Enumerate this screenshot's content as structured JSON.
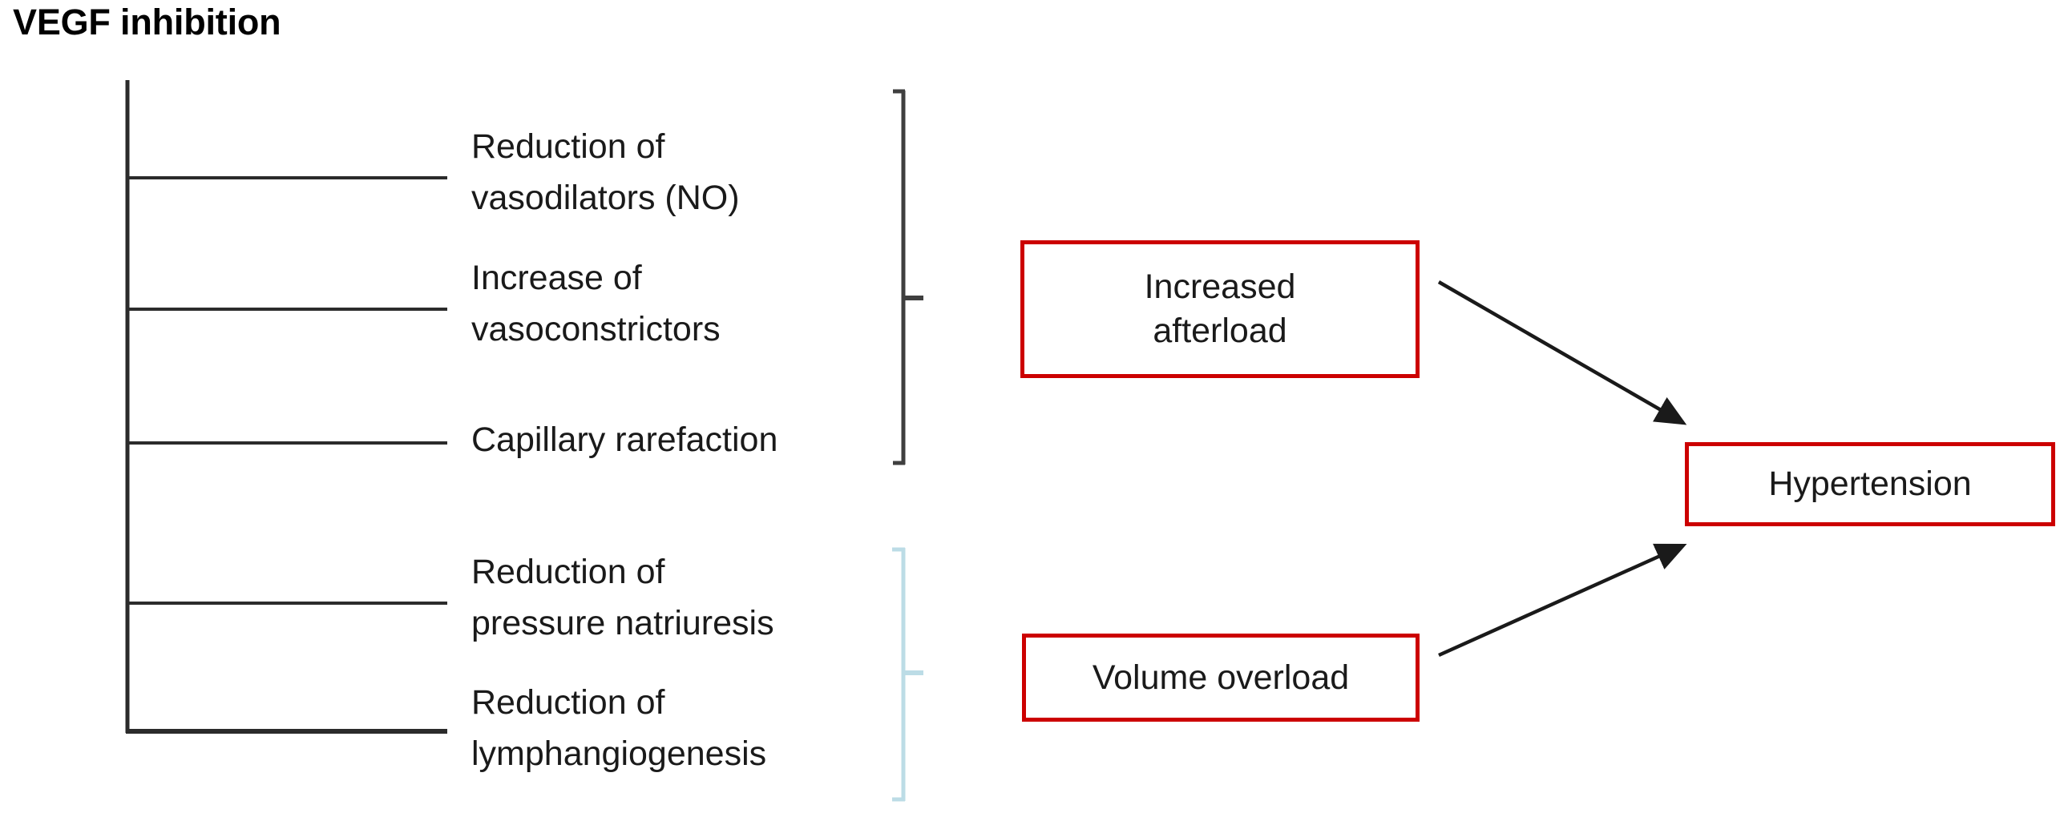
{
  "diagram": {
    "title": "VEGF inhibition",
    "colors": {
      "box_border_red": "#cc0000",
      "text_black": "#1a1a1a",
      "bracket_dark": "#3f3f3f",
      "bracket_light_blue": "#bcdce6",
      "connector_line": "#2b2b2b",
      "arrow_black": "#1a1a1a",
      "background": "#ffffff"
    },
    "mechanisms": [
      {
        "id": "reduction-vasodilators",
        "lines": [
          "Reduction of",
          "vasodilators (NO)"
        ],
        "group": "afterload"
      },
      {
        "id": "increase-vasoconstrictors",
        "lines": [
          "Increase of",
          "vasoconstrictors"
        ],
        "group": "afterload"
      },
      {
        "id": "capillary-rarefaction",
        "lines": [
          "Capillary rarefaction"
        ],
        "group": "afterload"
      },
      {
        "id": "reduction-pressure-natriuresis",
        "lines": [
          "Reduction of",
          "pressure natriuresis"
        ],
        "group": "volume"
      },
      {
        "id": "reduction-lymphangiogenesis",
        "lines": [
          "Reduction of",
          "lymphangiogenesis"
        ],
        "group": "volume"
      }
    ],
    "outcome_boxes": [
      {
        "id": "increased-afterload",
        "lines": [
          "Increased",
          "afterload"
        ]
      },
      {
        "id": "volume-overload",
        "lines": [
          "Volume overload"
        ]
      },
      {
        "id": "hypertension",
        "lines": [
          "Hypertension"
        ]
      }
    ],
    "brackets": [
      {
        "id": "afterload-bracket",
        "color": "#3f3f3f",
        "groups": "afterload"
      },
      {
        "id": "volume-bracket",
        "color": "#bcdce6",
        "groups": "volume"
      }
    ],
    "arrows": [
      {
        "id": "afterload-to-hypertension",
        "from": "increased-afterload",
        "to": "hypertension"
      },
      {
        "id": "volume-to-hypertension",
        "from": "volume-overload",
        "to": "hypertension"
      }
    ]
  }
}
